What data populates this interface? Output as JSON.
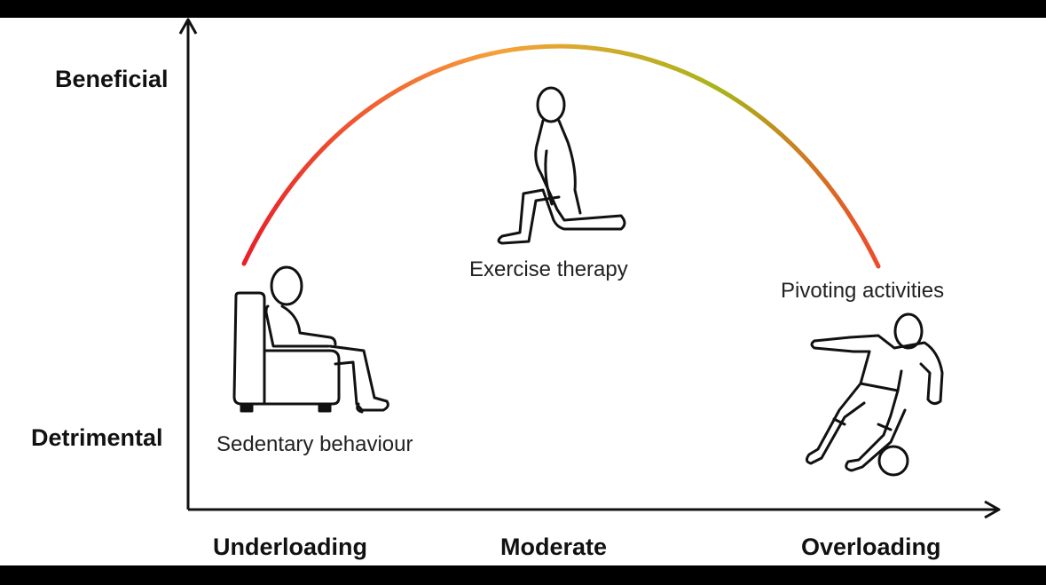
{
  "y_axis": {
    "top_label": "Beneficial",
    "bottom_label": "Detrimental"
  },
  "x_axis": {
    "left_label": "Underloading",
    "middle_label": "Moderate",
    "right_label": "Overloading"
  },
  "captions": {
    "left": "Sedentary behaviour",
    "middle": "Exercise therapy",
    "right": "Pivoting activities"
  },
  "curve_colors": {
    "start": "#e8202a",
    "mid": "#f7a13a",
    "late": "#a8b41a",
    "end": "#ef4a2a"
  },
  "icons": {
    "left": "person-seated-armchair-icon",
    "middle": "person-lunge-icon",
    "right": "soccer-player-kicking-icon"
  }
}
